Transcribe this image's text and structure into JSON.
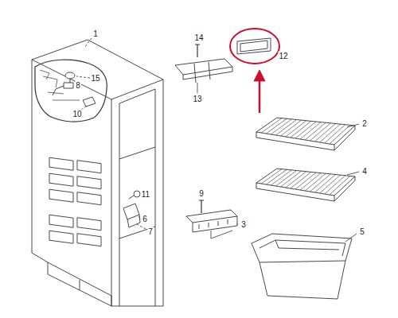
{
  "diagram": {
    "labels": [
      "1",
      "14",
      "12",
      "15",
      "8",
      "10",
      "13",
      "2",
      "4",
      "11",
      "6",
      "7",
      "9",
      "3",
      "5"
    ]
  }
}
